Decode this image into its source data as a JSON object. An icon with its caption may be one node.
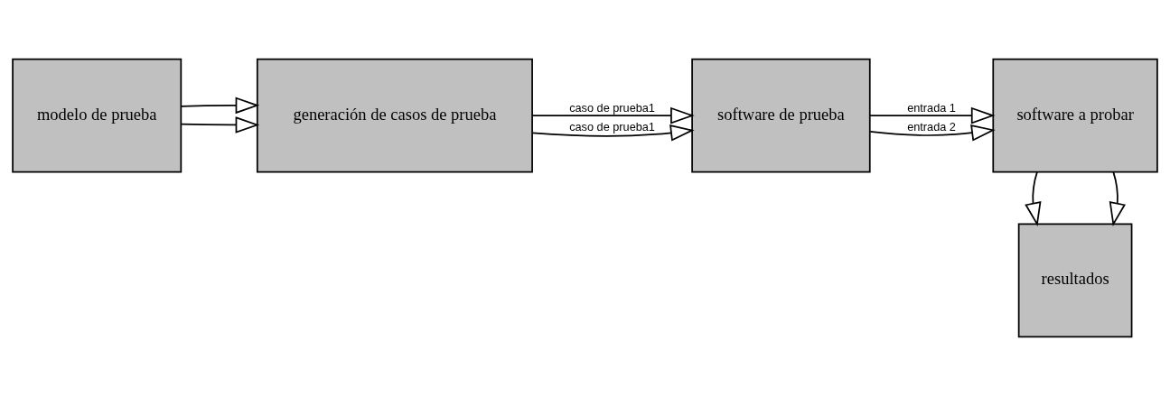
{
  "diagram": {
    "nodes": [
      {
        "text": [
          "modelo de prueba"
        ]
      },
      {
        "text": [
          "generación de casos de prueba"
        ]
      },
      {
        "text": [
          "software de prueba"
        ]
      },
      {
        "text": [
          "software a probar"
        ]
      },
      {
        "text": [
          "resultados"
        ]
      }
    ],
    "edges": [
      {
        "from": 0,
        "to": 1,
        "arrow": "to"
      },
      {
        "from": 0,
        "to": 1,
        "arrow": "to"
      },
      {
        "from": 1,
        "to": 2,
        "arrow": "to",
        "label": "caso de prueba1"
      },
      {
        "from": 1,
        "to": 2,
        "arrow": "to",
        "label": "caso de prueba1"
      },
      {
        "from": 2,
        "to": 3,
        "arrow": "to",
        "label": "entrada 1"
      },
      {
        "from": 2,
        "to": 3,
        "arrow": "to",
        "label": "entrada 2"
      },
      {
        "from": 3,
        "to": 4,
        "arrow": "to"
      },
      {
        "from": 3,
        "to": 4,
        "arrow": "to"
      }
    ]
  }
}
